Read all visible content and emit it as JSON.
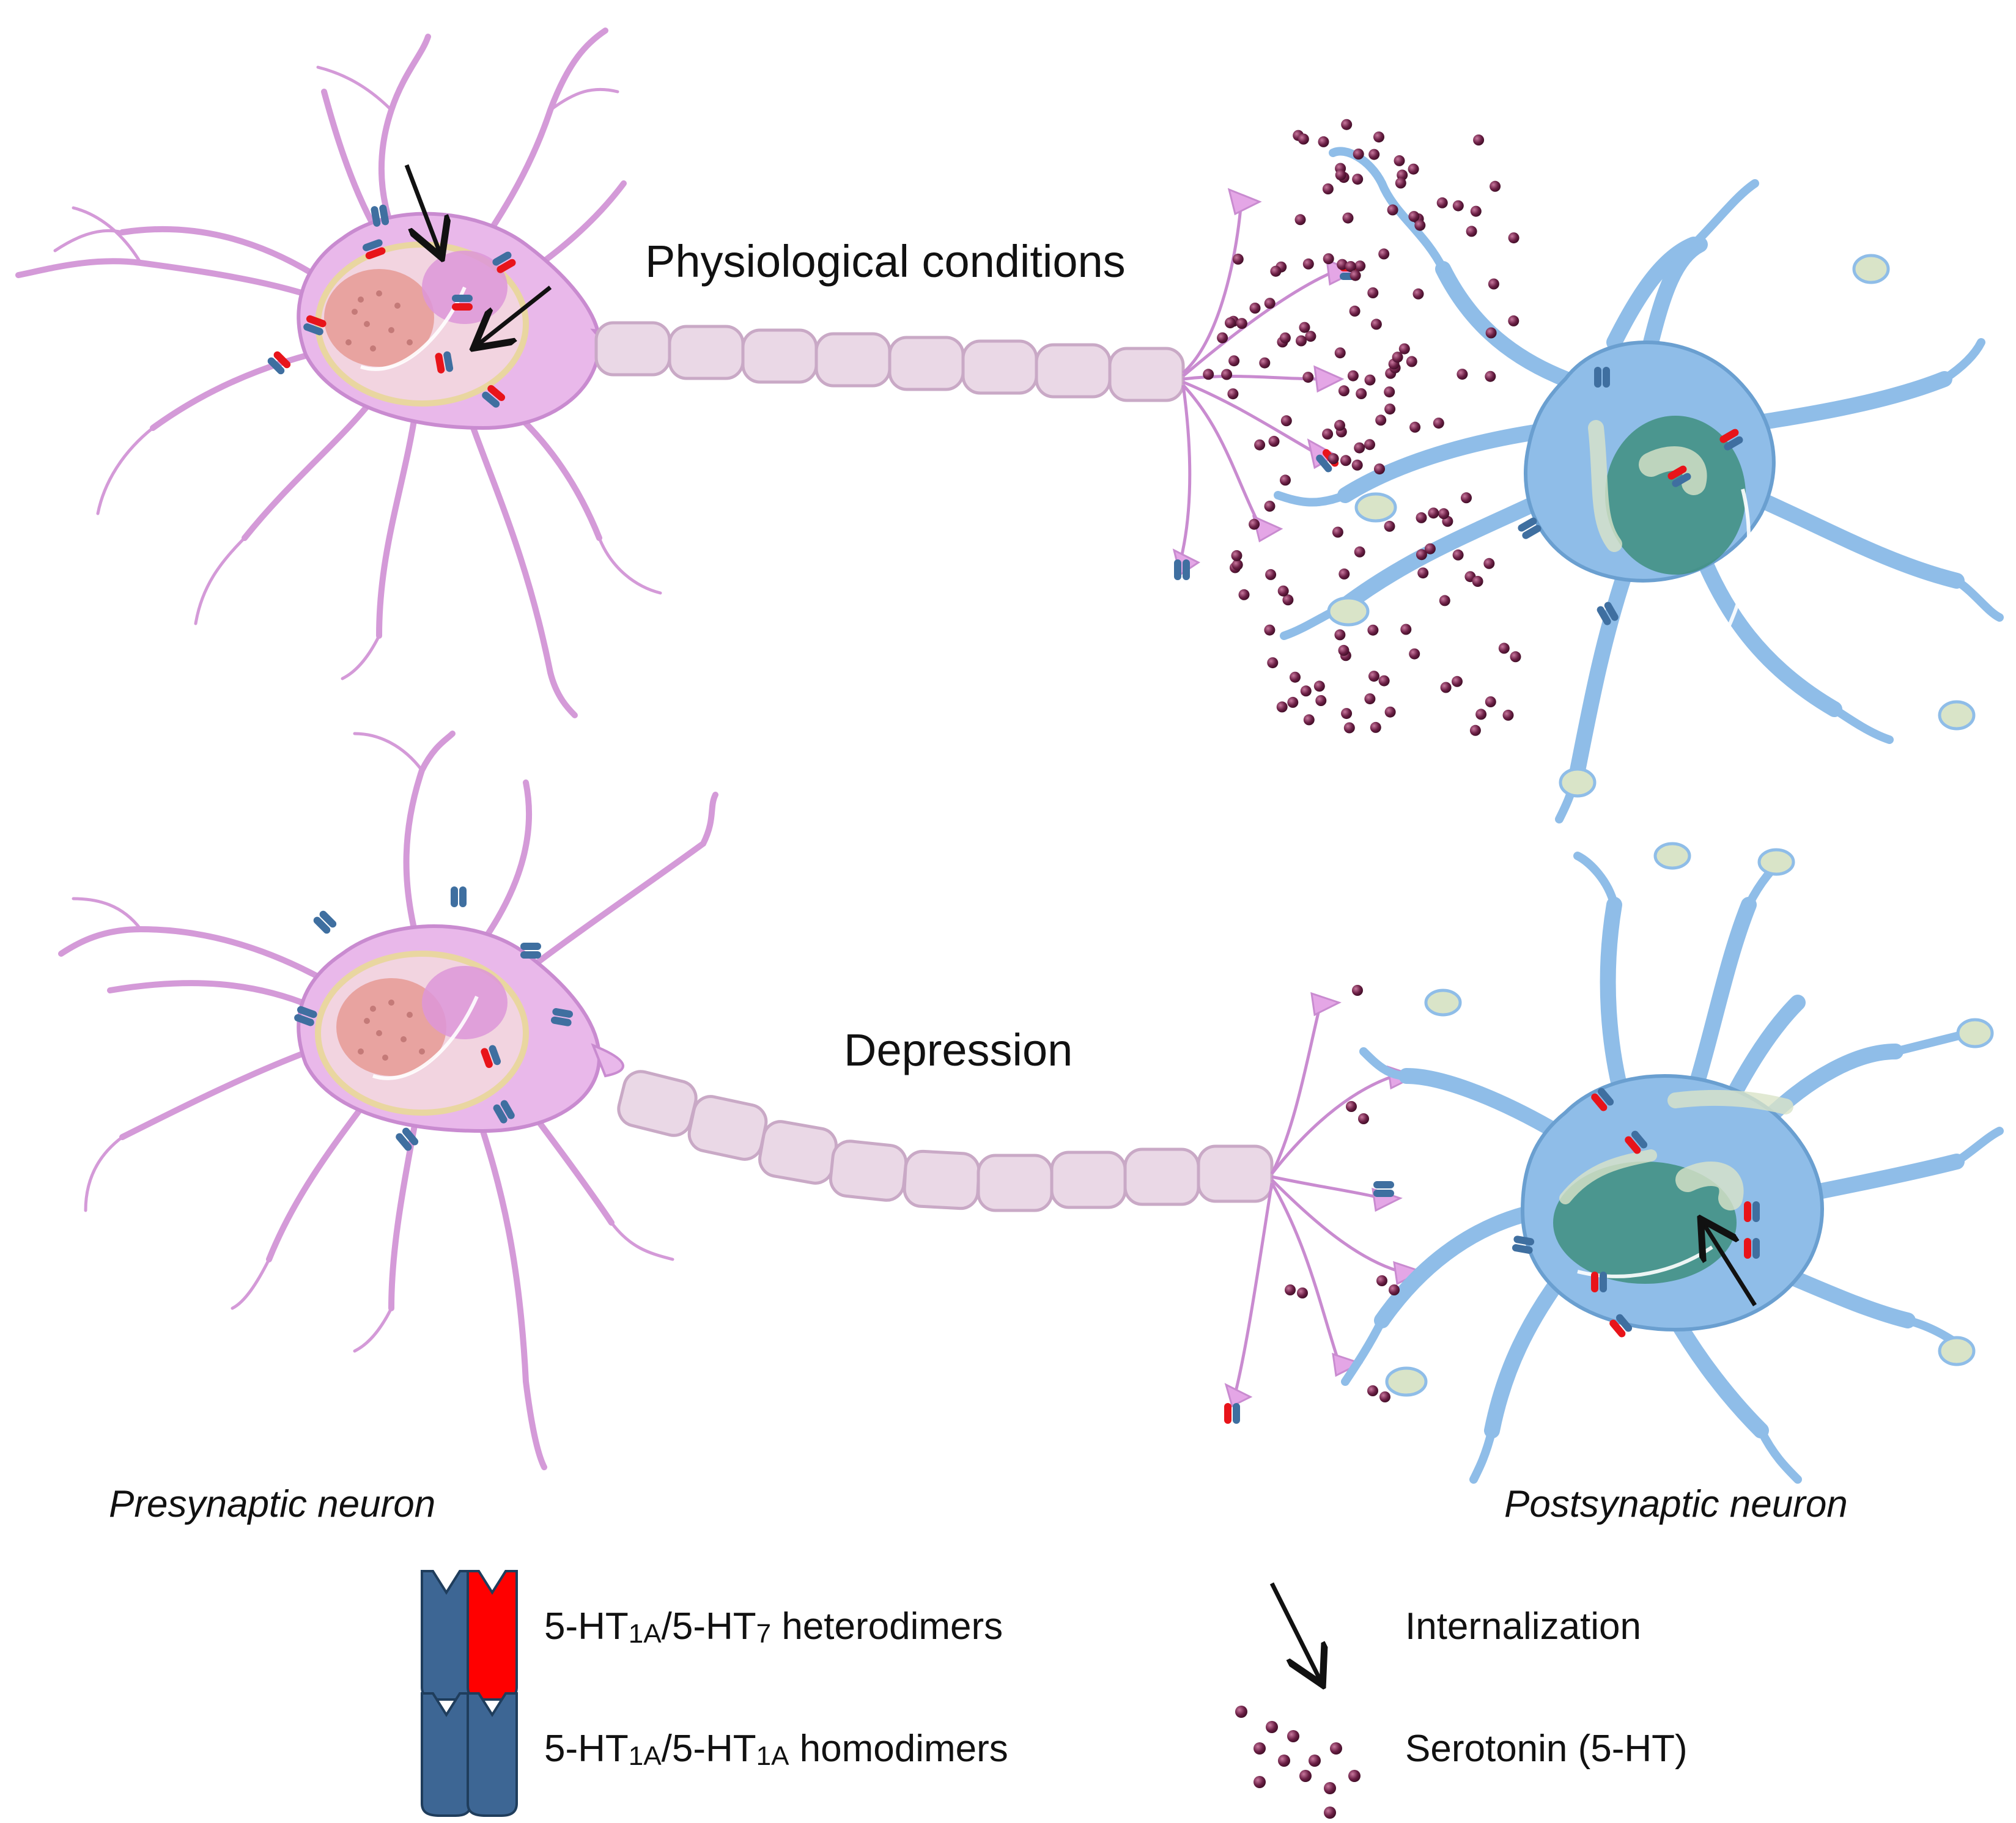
{
  "title": "",
  "conditions": {
    "physiological": "Physiological conditions",
    "depression": "Depression"
  },
  "neurons": {
    "presynaptic": "Presynaptic neuron",
    "postsynaptic": "Postsynaptic neuron"
  },
  "legend": {
    "heterodimers": {
      "prefix": "5-HT",
      "sub1": "1A",
      "mid": "/5-HT",
      "sub2": "7",
      "suffix": " heterodimers"
    },
    "homodimers": {
      "prefix": "5-HT",
      "sub1": "1A",
      "mid": "/5-HT",
      "sub2": "1A",
      "suffix": " homodimers"
    },
    "internalization": "Internalization",
    "serotonin": "Serotonin (5-HT)"
  },
  "colors": {
    "presynaptic_body": "#e9b8ea",
    "postsynaptic_body": "#8fbde8",
    "axon": "#ead8e6",
    "receptor_blue": "#3f6fa0",
    "receptor_red": "#e8141a",
    "serotonin": "#6b1f45",
    "nucleus_pre": "#e8a3a0",
    "nucleus_post": "#3f8f7f"
  },
  "icons": [
    "heterodimer-icon",
    "homodimer-icon",
    "internalization-arrow-icon",
    "serotonin-dots-icon"
  ]
}
